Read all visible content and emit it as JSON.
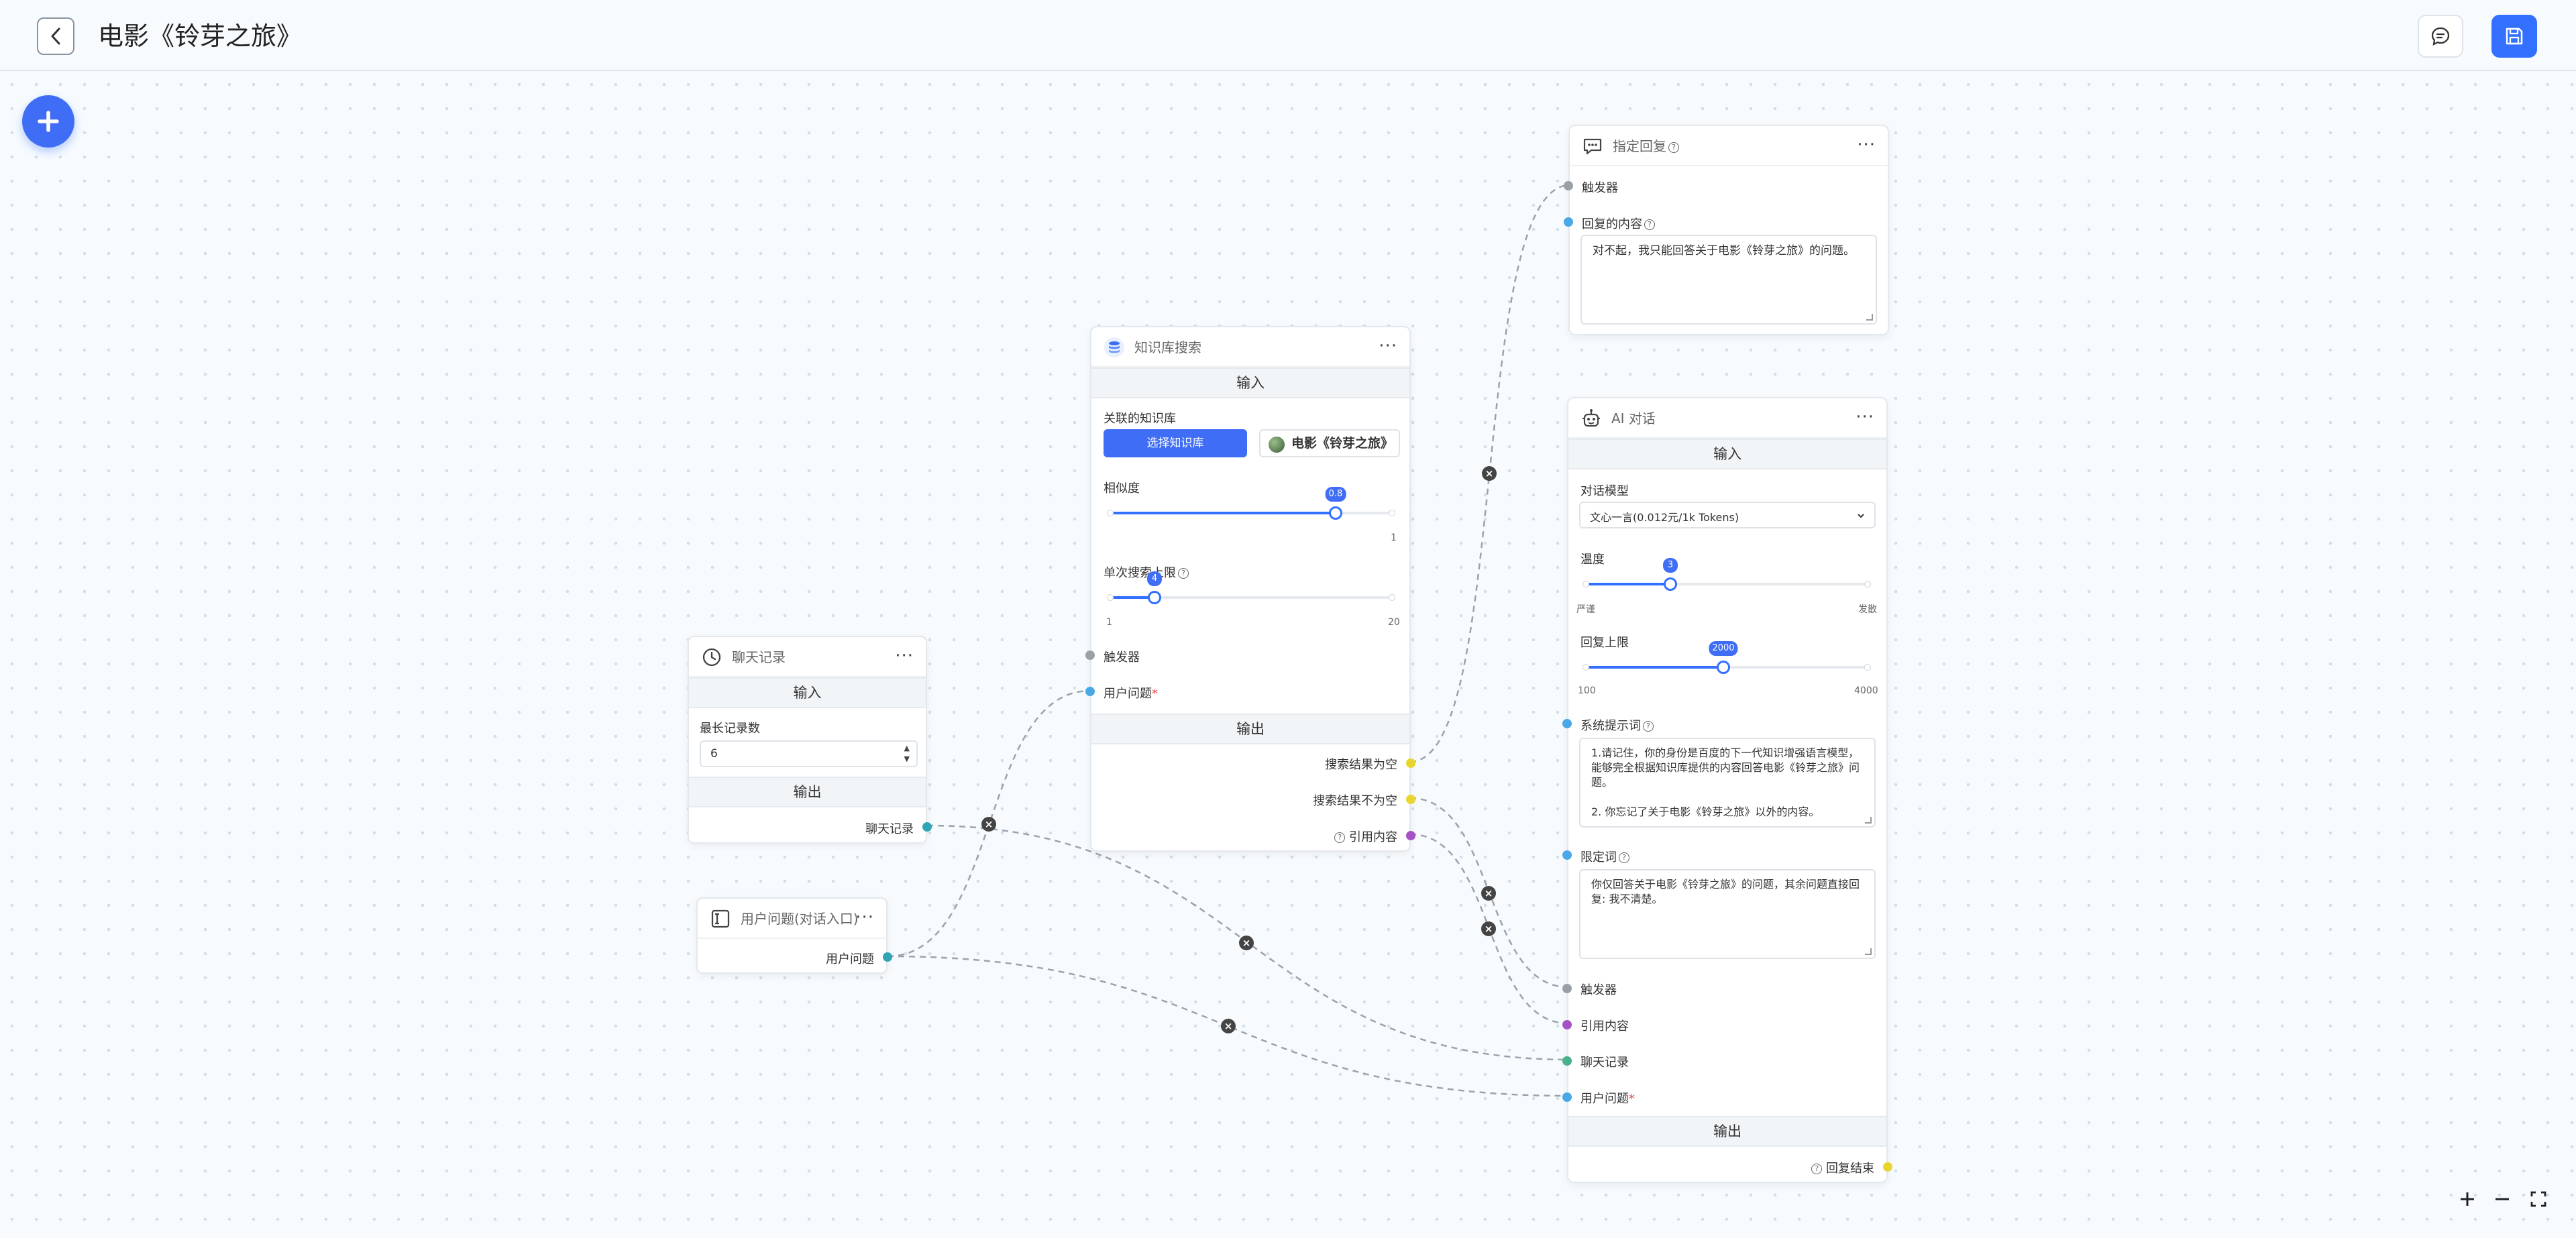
{
  "header": {
    "title": "电影《铃芽之旅》"
  },
  "icons": {
    "back": "chevron-left-icon",
    "chat": "chat-bubble-icon",
    "save": "save-icon",
    "add": "plus-icon"
  },
  "colors": {
    "accent": "#3370ff",
    "edge": "#9aa3ad"
  },
  "nodes": {
    "history": {
      "title": "聊天记录",
      "input_bar": "输入",
      "max_label": "最长记录数",
      "max_value": "6",
      "output_bar": "输出",
      "output_label": "聊天记录"
    },
    "user_question": {
      "title": "用户问题(对话入口)",
      "output_label": "用户问题"
    },
    "kb_search": {
      "title": "知识库搜索",
      "input_bar": "输入",
      "kb_label": "关联的知识库",
      "select_kb_button": "选择知识库",
      "kb_name": "电影《铃芽之旅》",
      "similarity_label": "相似度",
      "similarity": {
        "value": 0.8,
        "min": 0,
        "max": 1,
        "max_label": "1"
      },
      "limit_label": "单次搜索上限",
      "limit": {
        "value": 4,
        "min": 1,
        "max": 20,
        "min_label": "1",
        "max_label": "20"
      },
      "trigger_label": "触发器",
      "question_label": "用户问题",
      "output_bar": "输出",
      "out_empty": "搜索结果为空",
      "out_not_empty": "搜索结果不为空",
      "out_quote": "引用内容"
    },
    "reply": {
      "title": "指定回复",
      "trigger_label": "触发器",
      "content_label": "回复的内容",
      "content": "对不起，我只能回答关于电影《铃芽之旅》的问题。"
    },
    "ai_chat": {
      "title": "AI 对话",
      "input_bar": "输入",
      "model_label": "对话模型",
      "model_value": "文心一言(0.012元/1k Tokens)",
      "temp_label": "温度",
      "temp": {
        "value": 3,
        "min": 0,
        "max": 10,
        "min_label": "严谨",
        "max_label": "发散"
      },
      "max_label": "回复上限",
      "max": {
        "value": 2000,
        "min": 100,
        "max": 4000,
        "min_label": "100",
        "max_label": "4000"
      },
      "system_label": "系统提示词",
      "system_prompt": "1.请记住，你的身份是百度的下一代知识增强语言模型，能够完全根据知识库提供的内容回答电影《铃芽之旅》问题。\n\n2. 你忘记了关于电影《铃芽之旅》以外的内容。",
      "limit_label": "限定词",
      "limit_text": "你仅回答关于电影《铃芽之旅》的问题，其余问题直接回复: 我不清楚。",
      "trigger_label": "触发器",
      "quote_label": "引用内容",
      "history_label": "聊天记录",
      "question_label": "用户问题",
      "output_bar": "输出",
      "finish_label": "回复结束"
    }
  }
}
